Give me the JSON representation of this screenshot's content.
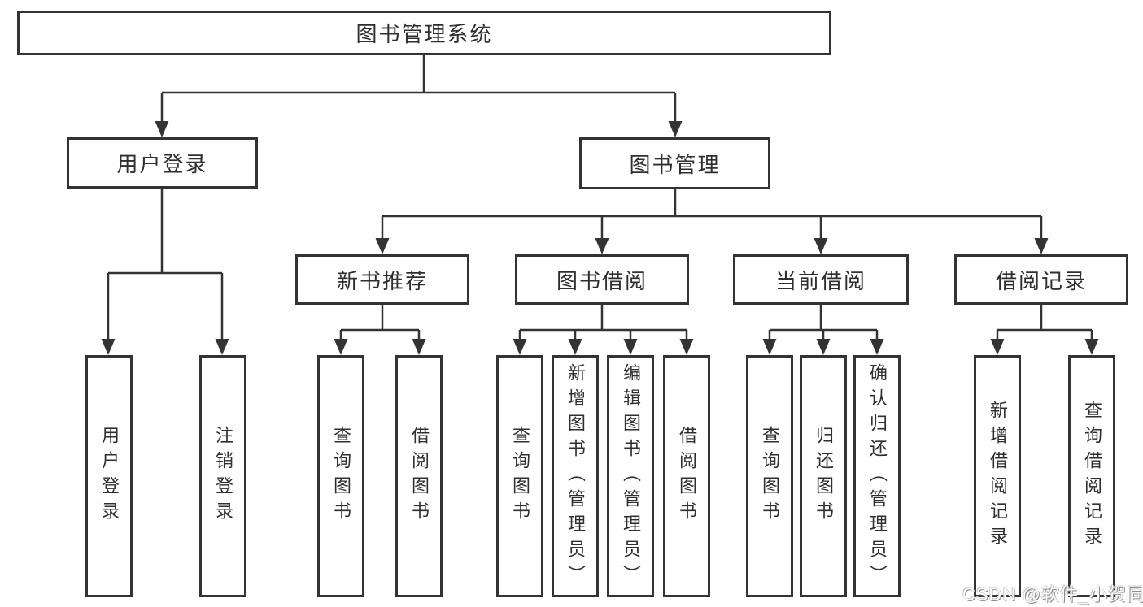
{
  "title": "图书管理系统",
  "colors": {
    "line": "#333333",
    "box_border": "#333333",
    "text": "#2f2f2f",
    "background": "#ffffff",
    "watermark_text": "#fbfbfb"
  },
  "nodes": {
    "root": {
      "label": "图书管理系统"
    },
    "user_login": {
      "label": "用户登录"
    },
    "book_management": {
      "label": "图书管理"
    },
    "new_book_recommend": {
      "label": "新书推荐"
    },
    "book_borrowing": {
      "label": "图书借阅"
    },
    "current_borrowing": {
      "label": "当前借阅"
    },
    "borrowing_records": {
      "label": "借阅记录"
    },
    "leaf_user_login": {
      "label": "用户登录"
    },
    "leaf_logout": {
      "label": "注销登录"
    },
    "leaf_query_books_1": {
      "label": "查询图书"
    },
    "leaf_borrow_books_1": {
      "label": "借阅图书"
    },
    "leaf_query_books_2": {
      "label": "查询图书"
    },
    "leaf_add_books_admin": {
      "label": "新增图书（管理员）"
    },
    "leaf_edit_books_admin": {
      "label": "编辑图书（管理员）"
    },
    "leaf_borrow_books_2": {
      "label": "借阅图书"
    },
    "leaf_query_books_3": {
      "label": "查询图书"
    },
    "leaf_return_books": {
      "label": "归还图书"
    },
    "leaf_confirm_return_admin": {
      "label": "确认归还（管理员）"
    },
    "leaf_add_borrow_record": {
      "label": "新增借阅记录"
    },
    "leaf_query_borrow_record": {
      "label": "查询借阅记录"
    }
  },
  "hierarchy": {
    "图书管理系统": [
      "用户登录",
      "图书管理"
    ],
    "用户登录": [
      "用户登录",
      "注销登录"
    ],
    "图书管理": [
      "新书推荐",
      "图书借阅",
      "当前借阅",
      "借阅记录"
    ],
    "新书推荐": [
      "查询图书",
      "借阅图书"
    ],
    "图书借阅": [
      "查询图书",
      "新增图书（管理员）",
      "编辑图书（管理员）",
      "借阅图书"
    ],
    "当前借阅": [
      "查询图书",
      "归还图书",
      "确认归还（管理员）"
    ],
    "借阅记录": [
      "新增借阅记录",
      "查询借阅记录"
    ]
  },
  "watermark": {
    "text": "CSDN @软件_小贺同学"
  }
}
